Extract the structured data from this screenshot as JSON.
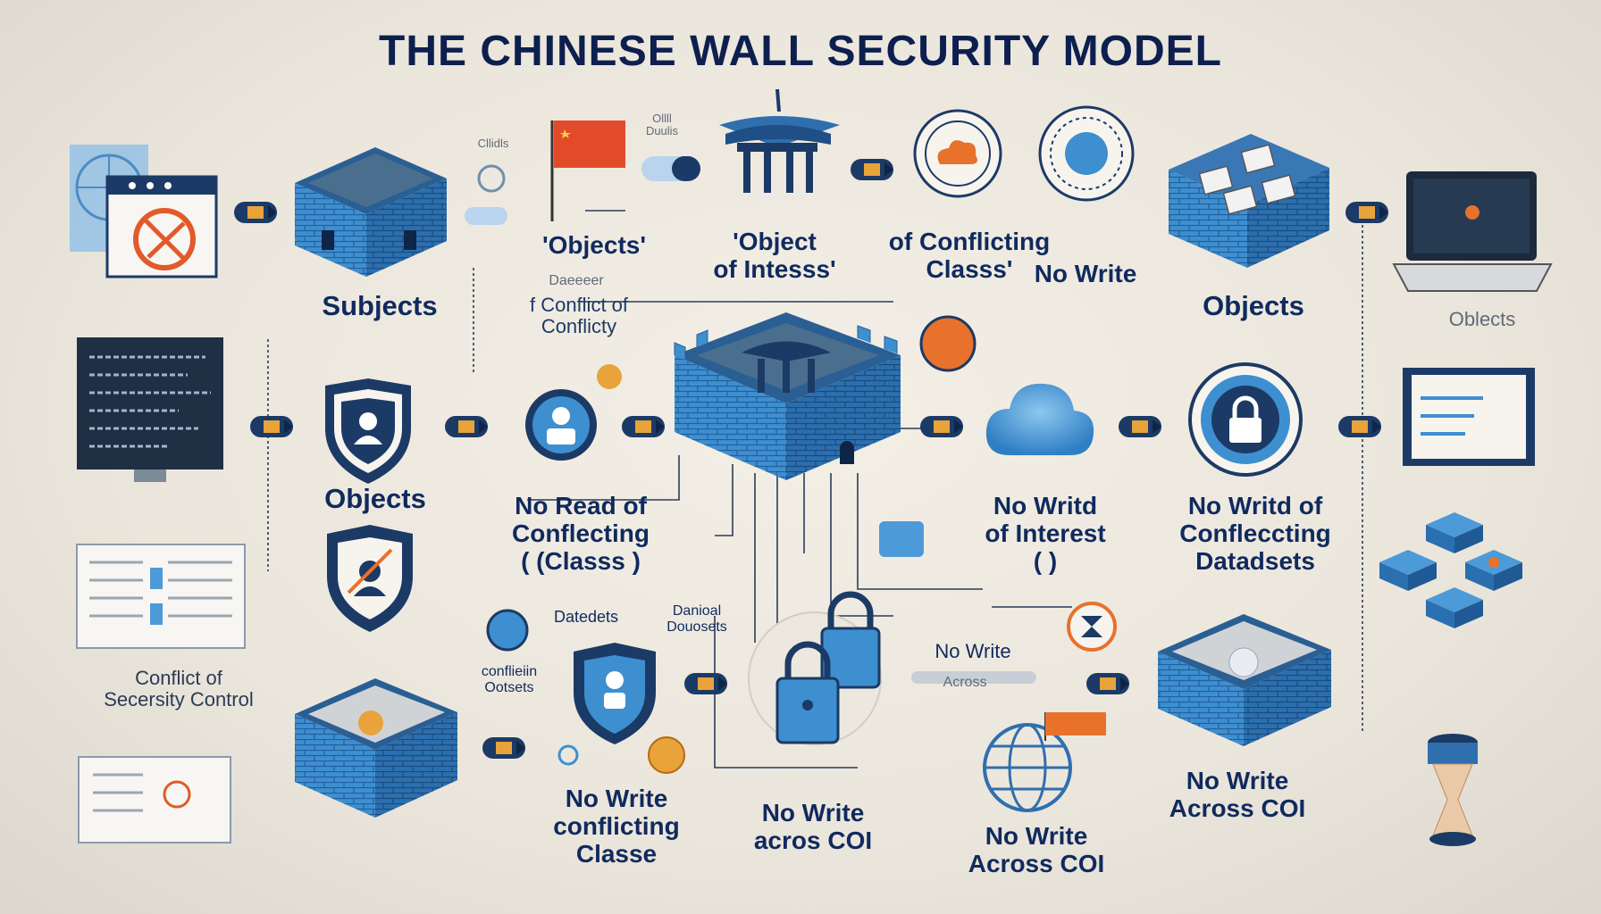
{
  "title": "THE CHINESE WALL SECURITY MODEL",
  "colors": {
    "brick_blue": "#3e8fd0",
    "dark_blue": "#1c4f86",
    "navy": "#102a5e",
    "orange": "#e8712c",
    "red_flag": "#e24b2a",
    "background": "#ebe6dc"
  },
  "labels": {
    "subjects": "Subjects",
    "objects_quoted": "'Objects'",
    "object_of_interest": "'Object\nof Intesss'",
    "conflicting_classes_top": "of Conflicting\nClasss'",
    "no_write_top": "No Write",
    "objects_top_right": "Objects",
    "objects_far_right": "Oblects",
    "tiny_header": "Daeeeer",
    "conflict_of_conflicty": "f Conflict of\nConflicty",
    "objects_left": "Objects",
    "no_read": "No Read of\nConflecting\n( (Classs )",
    "no_write_interest": "No Writd\nof Interest\n(                )",
    "no_write_datasets": "No Writd of\nConfleccting\nDatadsets",
    "conflict_security": "Conflict of\nSecersity Control",
    "datasets": "Datedets",
    "datasets_right": "Danioal\nDouosets",
    "conflicting_datasets_small": "conflieiin\nOotsets",
    "no_write_across_mid": "No Write",
    "across_small": "Across",
    "no_write_conflicting": "No Write\nconflicting\nClasse",
    "no_write_across_coi_1": "No Write\nacros COI",
    "no_write_across_coi_2": "No Write\nAcross COI",
    "no_write_across_coi_3": "No Write\nAcross COI",
    "tiny_code_1": "Cllidls",
    "tiny_code_2": "Ollll\nDuulis"
  },
  "icons": [
    "globe-window-icon",
    "blocked-icon",
    "brick-wall-box-icon",
    "flag-icon",
    "pagoda-icon",
    "cloud-badge-icon",
    "target-circle-icon",
    "document-boxes-wall-icon",
    "laptop-icon",
    "code-monitor-icon",
    "shield-user-icon",
    "user-circle-icon",
    "central-wall-fortress-icon",
    "cloud-icon",
    "lock-circle-icon",
    "screen-icon",
    "document-list-icon",
    "shield-pen-icon",
    "padlock-icon",
    "globe-icon",
    "hourglass-icon",
    "cube-grid-icon",
    "connector-icon"
  ]
}
